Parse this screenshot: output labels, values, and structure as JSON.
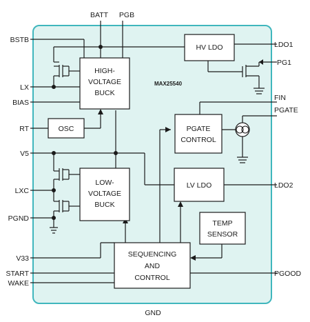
{
  "part_number": "MAX25540",
  "pins": {
    "batt": "BATT",
    "pgb": "PGB",
    "bstb": "BSTB",
    "lx": "LX",
    "bias": "BIAS",
    "rt": "RT",
    "v5": "V5",
    "lxc": "LXC",
    "pgnd": "PGND",
    "v33": "V33",
    "start": "START",
    "wake": "WAKE",
    "ldo1": "LDO1",
    "pg1": "PG1",
    "fin": "FIN",
    "pgate": "PGATE",
    "ldo2": "LDO2",
    "pgood": "PGOOD",
    "gnd": "GND"
  },
  "blocks": {
    "hv_buck": [
      "HIGH-",
      "VOLTAGE",
      "BUCK"
    ],
    "lv_buck": [
      "LOW-",
      "VOLTAGE",
      "BUCK"
    ],
    "osc": "OSC",
    "hv_ldo": "HV LDO",
    "pgate_control": [
      "PGATE",
      "CONTROL"
    ],
    "lv_ldo": "LV LDO",
    "temp_sensor": [
      "TEMP",
      "SENSOR"
    ],
    "sequencing": [
      "SEQUENCING",
      "AND",
      "CONTROL"
    ]
  }
}
